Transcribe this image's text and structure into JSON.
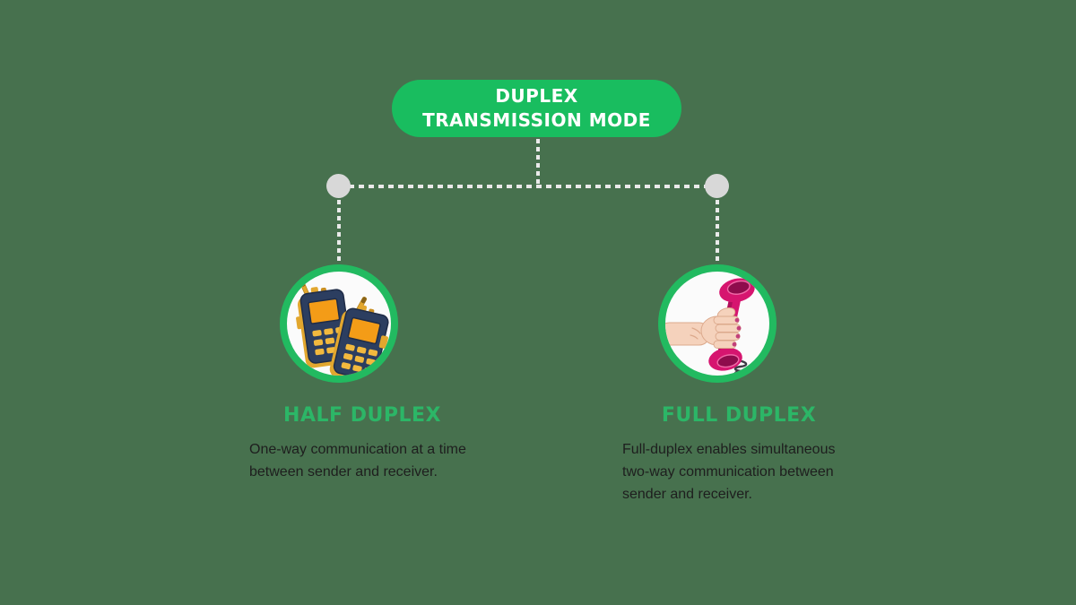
{
  "colors": {
    "background": "#47714E",
    "pill_green": "#19BD5F",
    "ring_green": "#22BA60",
    "heading_green": "#2CB667",
    "body_text": "#1E1E1E",
    "connector": "#EAEAEA",
    "node_dot": "#D8D8D8",
    "circle_fill": "#FBFBFB",
    "walkie_body_navy": "#2C3E60",
    "walkie_gold": "#E2A72E",
    "walkie_screen_orange": "#F49C17",
    "phone_pink": "#D6156F",
    "hand_skin": "#F5D2BC"
  },
  "title": {
    "text": "DUPLEX TRANSMISSION MODE"
  },
  "branches": [
    {
      "heading": "HALF DUPLEX",
      "description": "One-way communication at a time between sender and receiver.",
      "icon": "walkie-talkie-icon"
    },
    {
      "heading": "FULL DUPLEX",
      "description": "Full-duplex enables simultaneous two-way communication between sender and receiver.",
      "icon": "telephone-handset-icon"
    }
  ]
}
